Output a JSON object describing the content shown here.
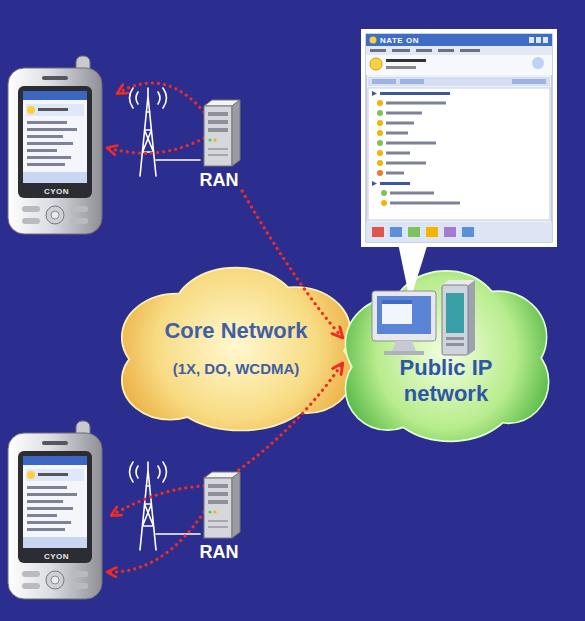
{
  "diagram": {
    "nodes": [
      {
        "text": [
          "RAN"
        ]
      },
      {
        "text": [
          "Core Network",
          "(1X, DO, WCDMA)"
        ]
      },
      {
        "text": [
          "Public IP network"
        ]
      },
      {
        "text": [
          "RAN"
        ]
      }
    ],
    "edges": [
      {
        "from": 0,
        "to": 2,
        "arrow": "to"
      },
      {
        "from": 3,
        "to": 2,
        "arrow": "to"
      }
    ],
    "labels": [
      "NATE ON",
      "CYON",
      "CYON"
    ]
  }
}
